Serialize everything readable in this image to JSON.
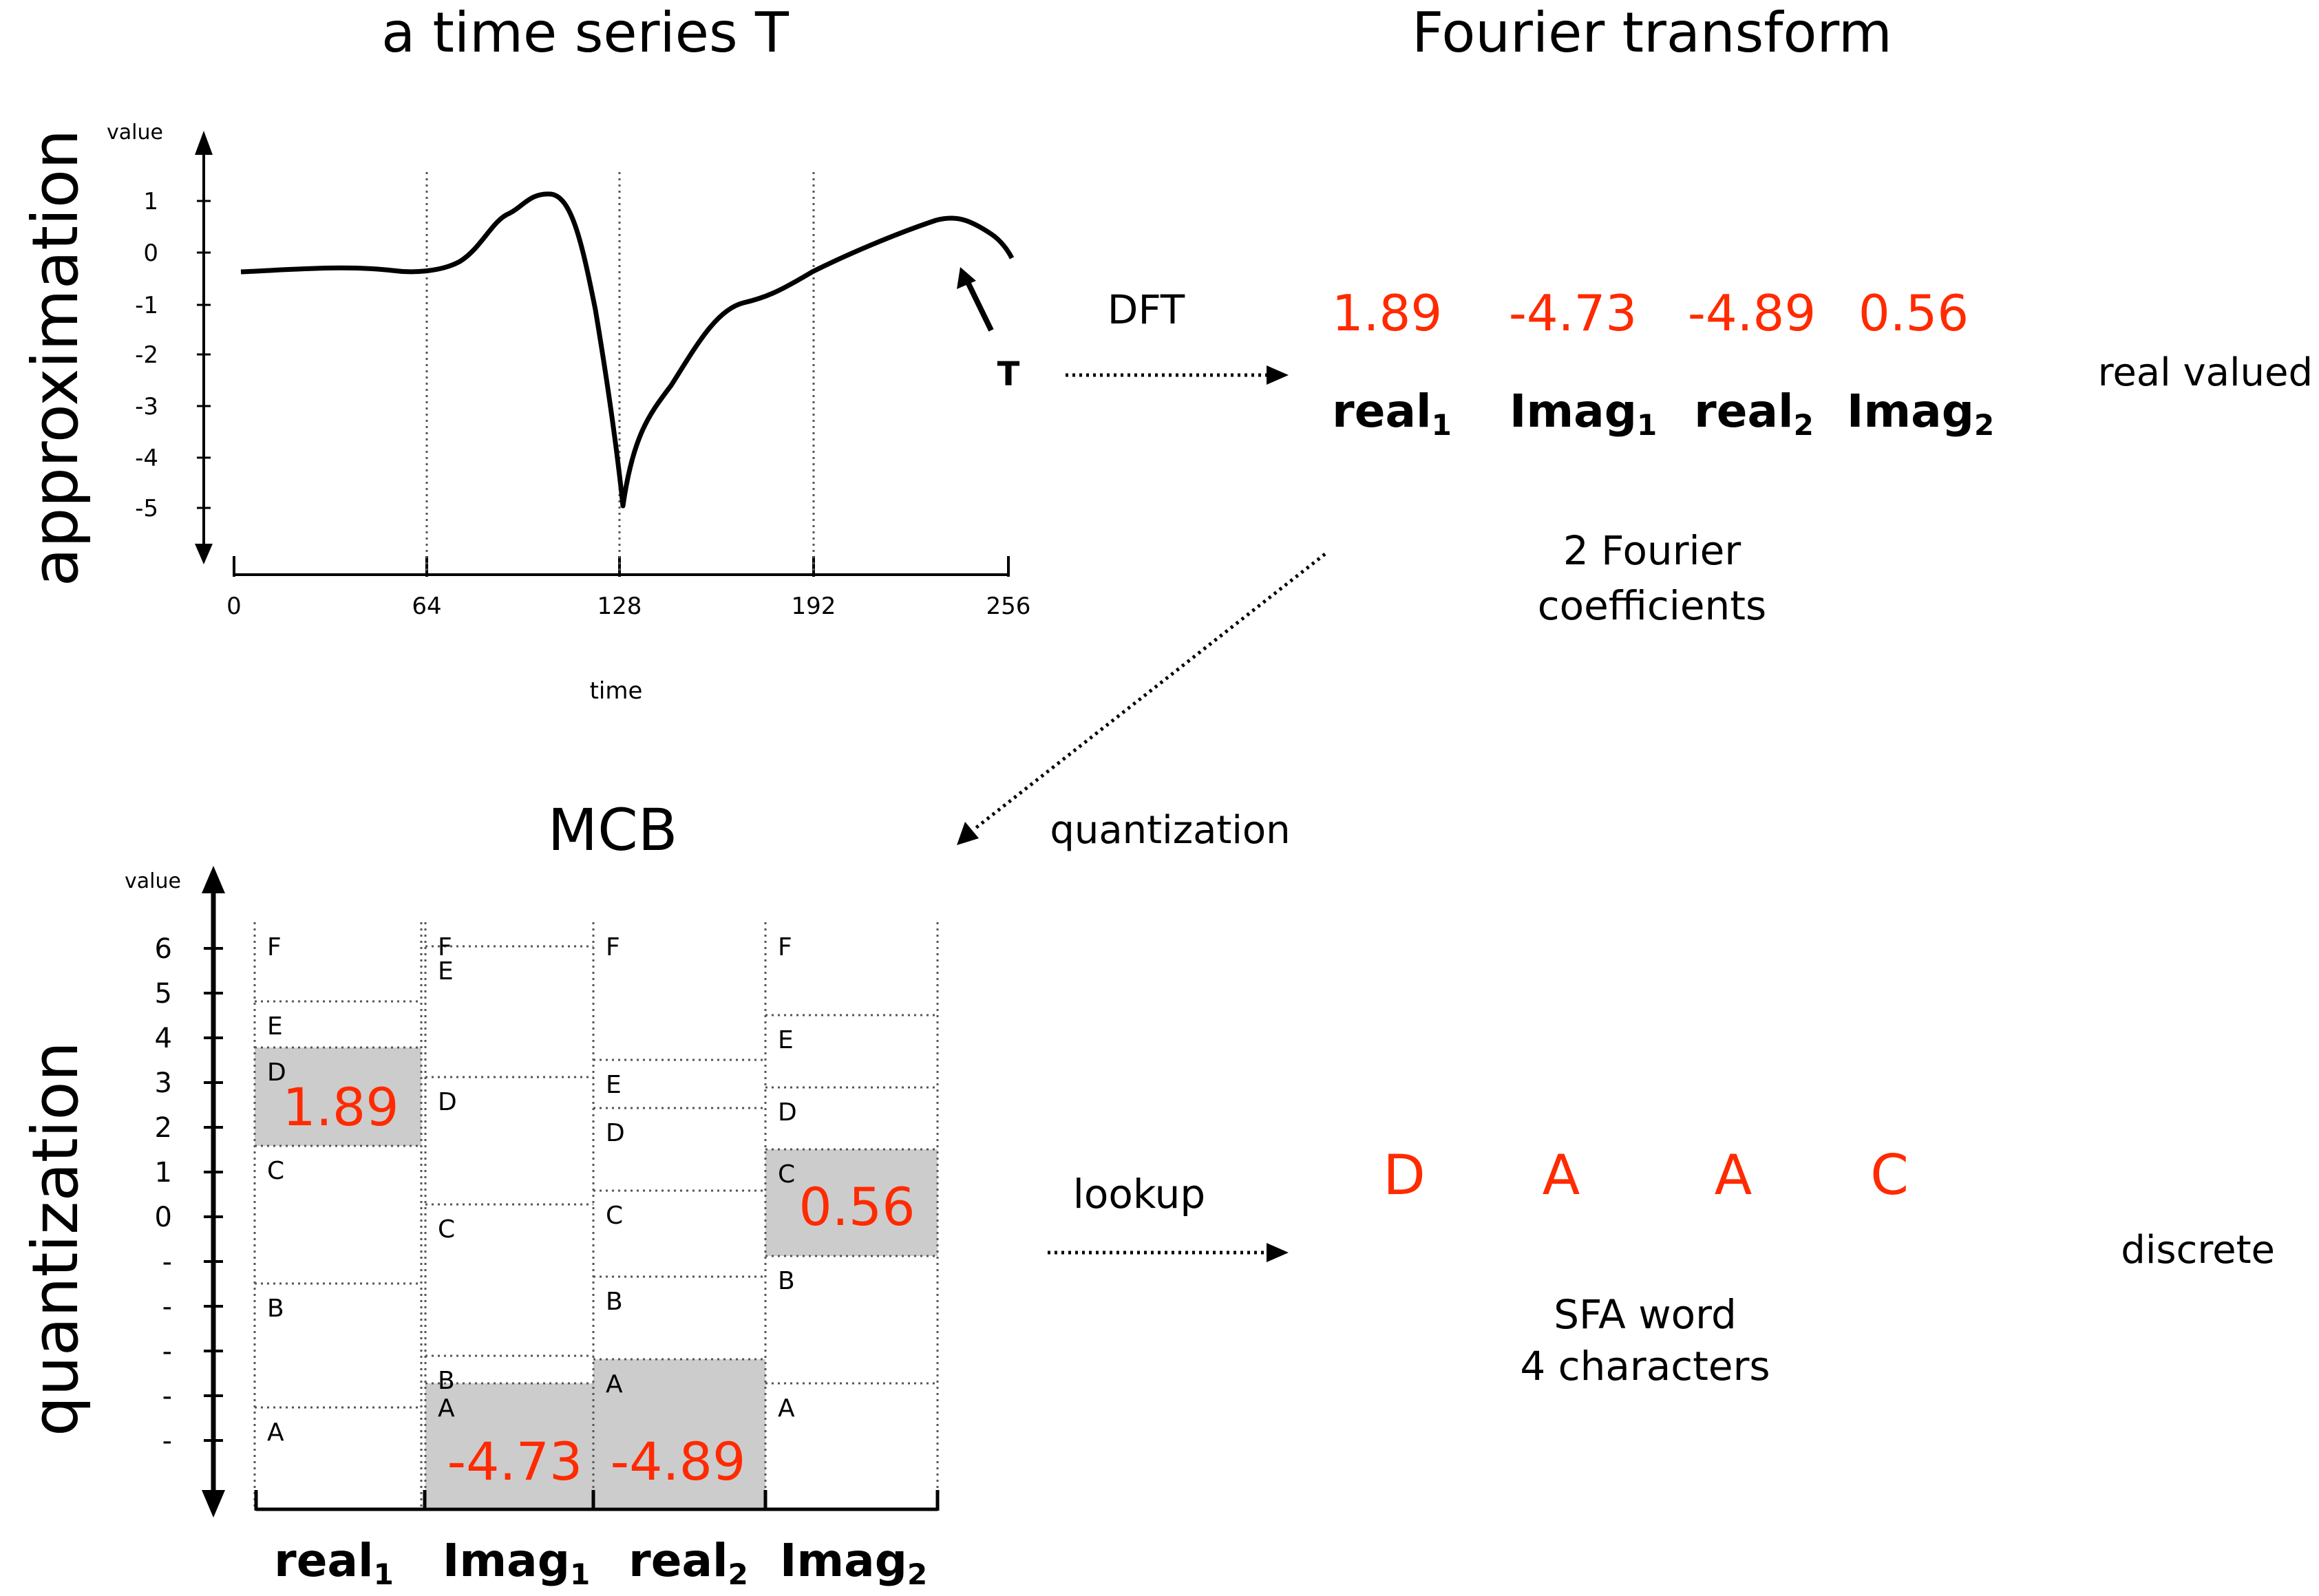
{
  "top_left": {
    "title": "a time series T",
    "y_axis_label": "value",
    "x_axis_label": "time",
    "y_ticks": [
      "1",
      "0",
      "-1",
      "-2",
      "-3",
      "-4",
      "-5"
    ],
    "x_ticks": [
      "0",
      "64",
      "128",
      "192",
      "256"
    ],
    "series_label": "T"
  },
  "side_labels": {
    "top": "approximation",
    "bottom": "quantization"
  },
  "top_right": {
    "title": "Fourier transform",
    "arrow_label": "DFT",
    "coefficients": [
      "1.89",
      "-4.73",
      "-4.89",
      "0.56"
    ],
    "coef_labels": [
      {
        "base": "real",
        "sub": "1"
      },
      {
        "base": "Imag",
        "sub": "1"
      },
      {
        "base": "real",
        "sub": "2"
      },
      {
        "base": "Imag",
        "sub": "2"
      }
    ],
    "side_note": "real valued",
    "caption_line1": "2 Fourier",
    "caption_line2": "coefficients"
  },
  "middle": {
    "arrow_label": "quantization"
  },
  "bottom_left": {
    "title": "MCB",
    "y_axis_label": "value",
    "y_ticks": [
      "6",
      "5",
      "4",
      "3",
      "2",
      "1",
      "0",
      "-",
      "-",
      "-",
      "-",
      "-"
    ],
    "columns": [
      {
        "label_base": "real",
        "label_sub": "1",
        "bins": [
          "F",
          "E",
          "D",
          "C",
          "B",
          "A"
        ],
        "selected": "D",
        "value": "1.89"
      },
      {
        "label_base": "Imag",
        "label_sub": "1",
        "bins": [
          "F",
          "E",
          "D",
          "C",
          "B",
          "A"
        ],
        "selected": "A",
        "value": "-4.73"
      },
      {
        "label_base": "real",
        "label_sub": "2",
        "bins": [
          "F",
          "E",
          "D",
          "C",
          "B",
          "A"
        ],
        "selected": "A",
        "value": "-4.89"
      },
      {
        "label_base": "Imag",
        "label_sub": "2",
        "bins": [
          "F",
          "E",
          "D",
          "C",
          "B",
          "A"
        ],
        "selected": "C",
        "value": "0.56"
      }
    ]
  },
  "bottom_right": {
    "arrow_label": "lookup",
    "word": [
      "D",
      "A",
      "A",
      "C"
    ],
    "side_note": "discrete",
    "caption_line1": "SFA word",
    "caption_line2": "4 characters"
  },
  "colors": {
    "accent": "#ff2a00",
    "cell_fill": "#cccccc",
    "line": "#000000"
  }
}
